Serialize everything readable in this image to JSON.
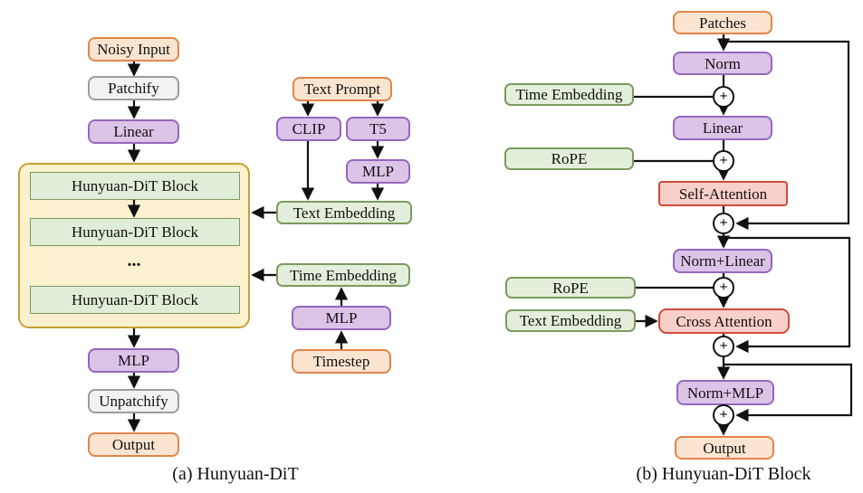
{
  "colors": {
    "orange_fill": "#FBE5D1",
    "orange_border": "#E2854B",
    "gray_fill": "#F2F2F2",
    "gray_border": "#9C9C9C",
    "purple_fill": "#DCC3E8",
    "purple_border": "#9467BD",
    "green_fill": "#E4EFDB",
    "green_border": "#7A9B5E",
    "yellow_fill": "#FBF1CE",
    "yellow_border": "#C7A035",
    "red_fill": "#F9CFC9",
    "red_border": "#D04A3A",
    "line_color": "#111111"
  },
  "plus": "+",
  "a": {
    "caption": "(a) Hunyuan-DiT",
    "noisy_input": "Noisy Input",
    "patchify": "Patchify",
    "linear": "Linear",
    "block1": "Hunyuan-DiT Block",
    "block2": "Hunyuan-DiT Block",
    "ellipsis": "...",
    "block3": "Hunyuan-DiT Block",
    "mlp": "MLP",
    "unpatchify": "Unpatchify",
    "output": "Output",
    "text_prompt": "Text Prompt",
    "clip": "CLIP",
    "t5": "T5",
    "t5_mlp": "MLP",
    "text_embedding": "Text Embedding",
    "time_embedding": "Time Embedding",
    "time_mlp": "MLP",
    "timestep": "Timestep"
  },
  "b": {
    "caption": "(b) Hunyuan-DiT Block",
    "patches": "Patches",
    "norm": "Norm",
    "time_embedding": "Time Embedding",
    "linear": "Linear",
    "rope_1": "RoPE",
    "self_attention": "Self-Attention",
    "norm_linear": "Norm+Linear",
    "rope_2": "RoPE",
    "text_embedding": "Text Embedding",
    "cross_attention": "Cross Attention",
    "norm_mlp": "Norm+MLP",
    "output": "Output"
  }
}
